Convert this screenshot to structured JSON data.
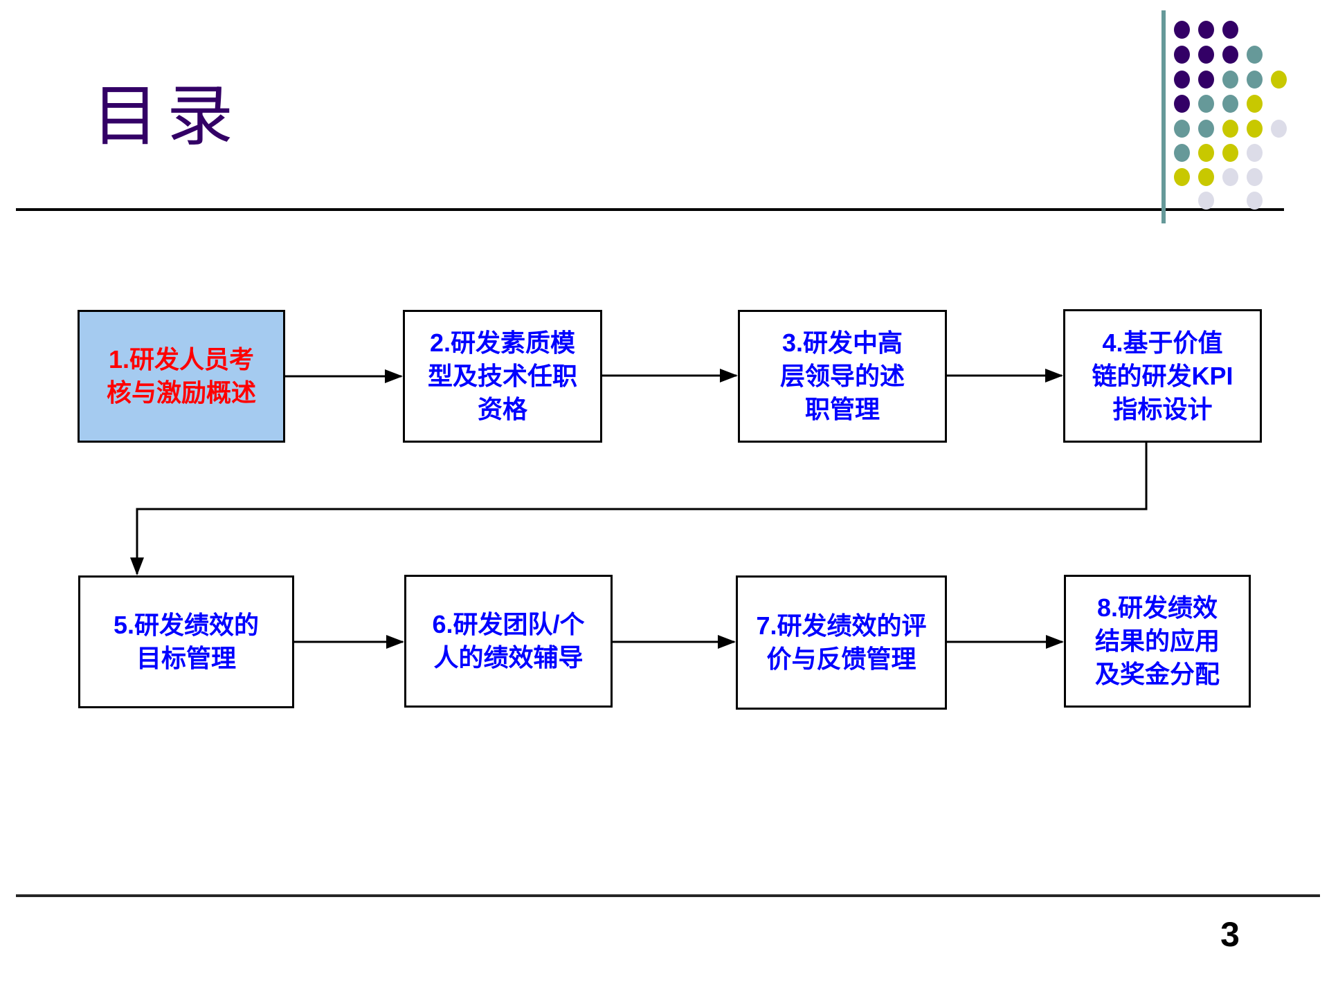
{
  "header": {
    "title": "目录"
  },
  "footer": {
    "page_number": "3"
  },
  "colors": {
    "title_text": "#330066",
    "box_border": "#000000",
    "box_fill": "#FFFFFF",
    "highlight_box_fill": "#A5CBF0",
    "highlight_box_text": "#FF0000",
    "box_text": "#0000FF",
    "connector_line": "#000000",
    "accent_teal": "#669999",
    "dot_purple": "#330066",
    "dot_teal": "#669999",
    "dot_yellow": "#C8C800",
    "dot_lavender": "#DCDCE8"
  },
  "decoration_dots": {
    "columns_x": [
      1708,
      1743,
      1778,
      1813,
      1848
    ],
    "rows_y": [
      43,
      79,
      115,
      150,
      186,
      221,
      256,
      290
    ],
    "color_codes": {
      "P": "#330066",
      "T": "#669999",
      "Y": "#C8C800",
      "L": "#DCDCE8"
    },
    "rows": [
      [
        "P",
        "P",
        "P"
      ],
      [
        "P",
        "P",
        "P",
        "T"
      ],
      [
        "P",
        "P",
        "T",
        "T",
        "Y"
      ],
      [
        "P",
        "T",
        "T",
        "Y"
      ],
      [
        "T",
        "T",
        "Y",
        "Y",
        "L"
      ],
      [
        "T",
        "Y",
        "Y",
        "L"
      ],
      [
        "Y",
        "Y",
        "L",
        "L"
      ],
      [
        null,
        "L",
        null,
        "L"
      ]
    ]
  },
  "flowchart": {
    "boxes": [
      {
        "id": "1",
        "full_text": "1.研发人员考核与激励概述",
        "lines": [
          "1.研发人员考",
          "核与激励概述"
        ],
        "highlighted": true
      },
      {
        "id": "2",
        "full_text": "2.研发素质模型及技术任职资格",
        "lines": [
          "2.研发素质模",
          "型及技术任职",
          "资格"
        ],
        "highlighted": false
      },
      {
        "id": "3",
        "full_text": "3.研发中高层领导的述职管理",
        "lines": [
          "3.研发中高",
          "层领导的述",
          "职管理"
        ],
        "highlighted": false
      },
      {
        "id": "4",
        "full_text": "4.基于价值链的研发KPI指标设计",
        "lines": [
          "4.基于价值",
          "链的研发KPI",
          "指标设计"
        ],
        "highlighted": false
      },
      {
        "id": "5",
        "full_text": "5.研发绩效的目标管理",
        "lines": [
          "5.研发绩效的",
          "目标管理"
        ],
        "highlighted": false
      },
      {
        "id": "6",
        "full_text": "6.研发团队/个人的绩效辅导",
        "lines": [
          "6.研发团队/个",
          "人的绩效辅导"
        ],
        "highlighted": false
      },
      {
        "id": "7",
        "full_text": "7.研发绩效的评价与反馈管理",
        "lines": [
          "7.研发绩效的评",
          "价与反馈管理"
        ],
        "highlighted": false
      },
      {
        "id": "8",
        "full_text": "8.研发绩效结果的应用及奖金分配",
        "lines": [
          "8.研发绩效",
          "结果的应用",
          "及奖金分配"
        ],
        "highlighted": false
      }
    ],
    "flow_edges": [
      "1→2",
      "2→3",
      "3→4",
      "4→5",
      "5→6",
      "6→7",
      "7→8"
    ]
  }
}
